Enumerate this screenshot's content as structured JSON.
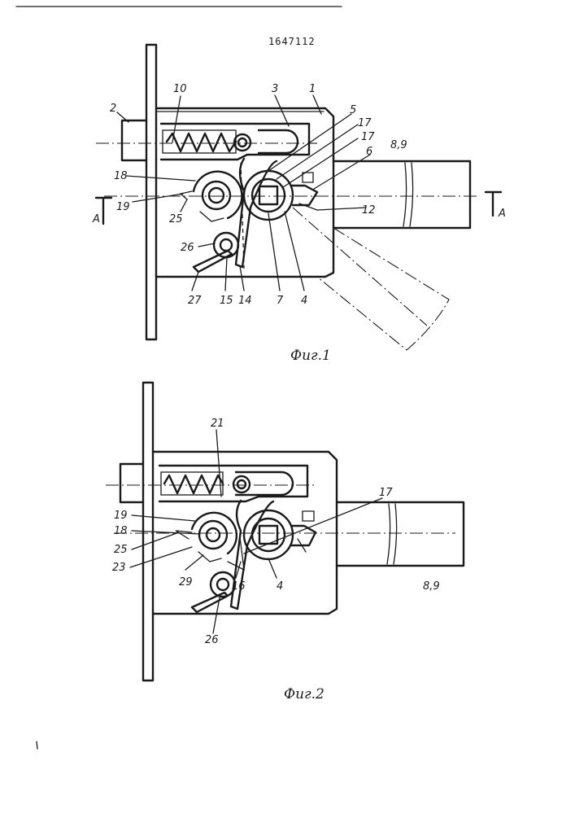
{
  "document": {
    "patent_number": "1647112"
  },
  "figure1": {
    "caption": "Фиг.1",
    "section_mark": "А",
    "labels": {
      "l1": "1",
      "l2": "2",
      "l3": "3",
      "l4": "4",
      "l5": "5",
      "l6": "6",
      "l7": "7",
      "l10": "10",
      "l12": "12",
      "l14": "14",
      "l15": "15",
      "l17a": "17",
      "l17b": "17",
      "l18": "18",
      "l19": "19",
      "l25": "25",
      "l26": "26",
      "l27": "27",
      "l89": "8,9"
    }
  },
  "figure2": {
    "caption": "Фиг.2",
    "labels": {
      "l4": "4",
      "l16": "16",
      "l17": "17",
      "l18": "18",
      "l19": "19",
      "l21": "21",
      "l23": "23",
      "l25": "25",
      "l26": "26",
      "l29": "29",
      "l89": "8,9"
    }
  }
}
